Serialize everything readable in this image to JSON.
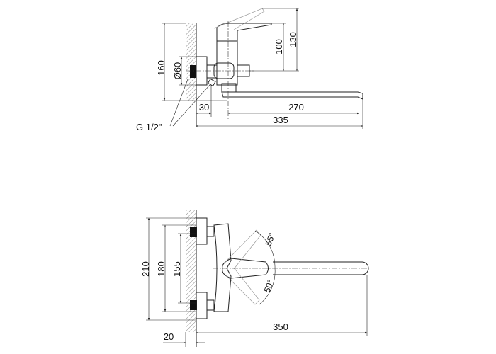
{
  "side_view": {
    "dims": {
      "height_total": "160",
      "diameter": "Ø60",
      "height_handle": "100",
      "height_max": "130",
      "offset_wall": "30",
      "spout_reach": "270",
      "total_reach": "335"
    },
    "thread_label": "G 1/2\""
  },
  "top_view": {
    "dims": {
      "height_total": "210",
      "center_distance_max": "180",
      "center_distance_min": "155",
      "total_reach": "350",
      "wall_offset": "20"
    },
    "angles": {
      "up": "55°",
      "down": "50°"
    }
  }
}
